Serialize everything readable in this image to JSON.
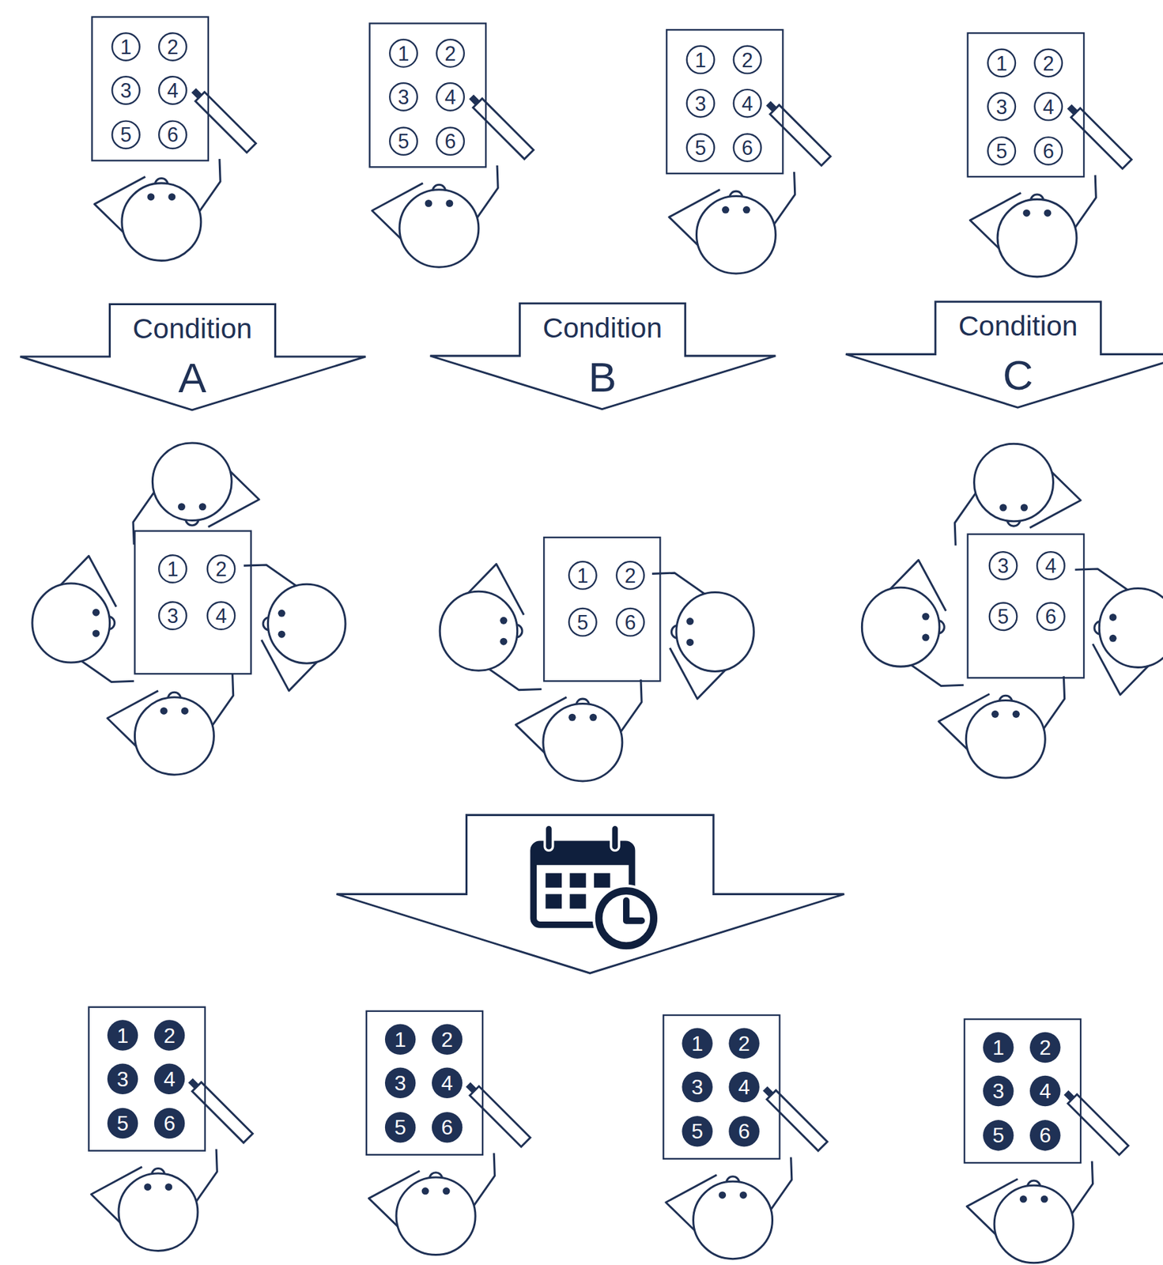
{
  "diagram": {
    "nodes": [
      {
        "text": [
          "1",
          "2",
          "3",
          "4",
          "5",
          "6"
        ]
      },
      {
        "text": [
          "1",
          "2",
          "3",
          "4",
          "5",
          "6"
        ]
      },
      {
        "text": [
          "1",
          "2",
          "3",
          "4",
          "5",
          "6"
        ]
      },
      {
        "text": [
          "1",
          "2",
          "3",
          "4",
          "5",
          "6"
        ]
      },
      {
        "text": [
          "Condition",
          "A"
        ]
      },
      {
        "text": [
          "Condition",
          "B"
        ]
      },
      {
        "text": [
          "Condition",
          "C"
        ]
      },
      {
        "text": [
          "1",
          "2",
          "3",
          "4"
        ]
      },
      {
        "text": [
          "1",
          "2",
          "5",
          "6"
        ]
      },
      {
        "text": [
          "3",
          "4",
          "5",
          "6"
        ]
      },
      {
        "text": [
          "1",
          "2",
          "3",
          "4",
          "5",
          "6"
        ]
      },
      {
        "text": [
          "1",
          "2",
          "3",
          "4",
          "5",
          "6"
        ]
      },
      {
        "text": [
          "1",
          "2",
          "3",
          "4",
          "5",
          "6"
        ]
      },
      {
        "text": [
          "1",
          "2",
          "3",
          "4",
          "5",
          "6"
        ]
      }
    ]
  }
}
